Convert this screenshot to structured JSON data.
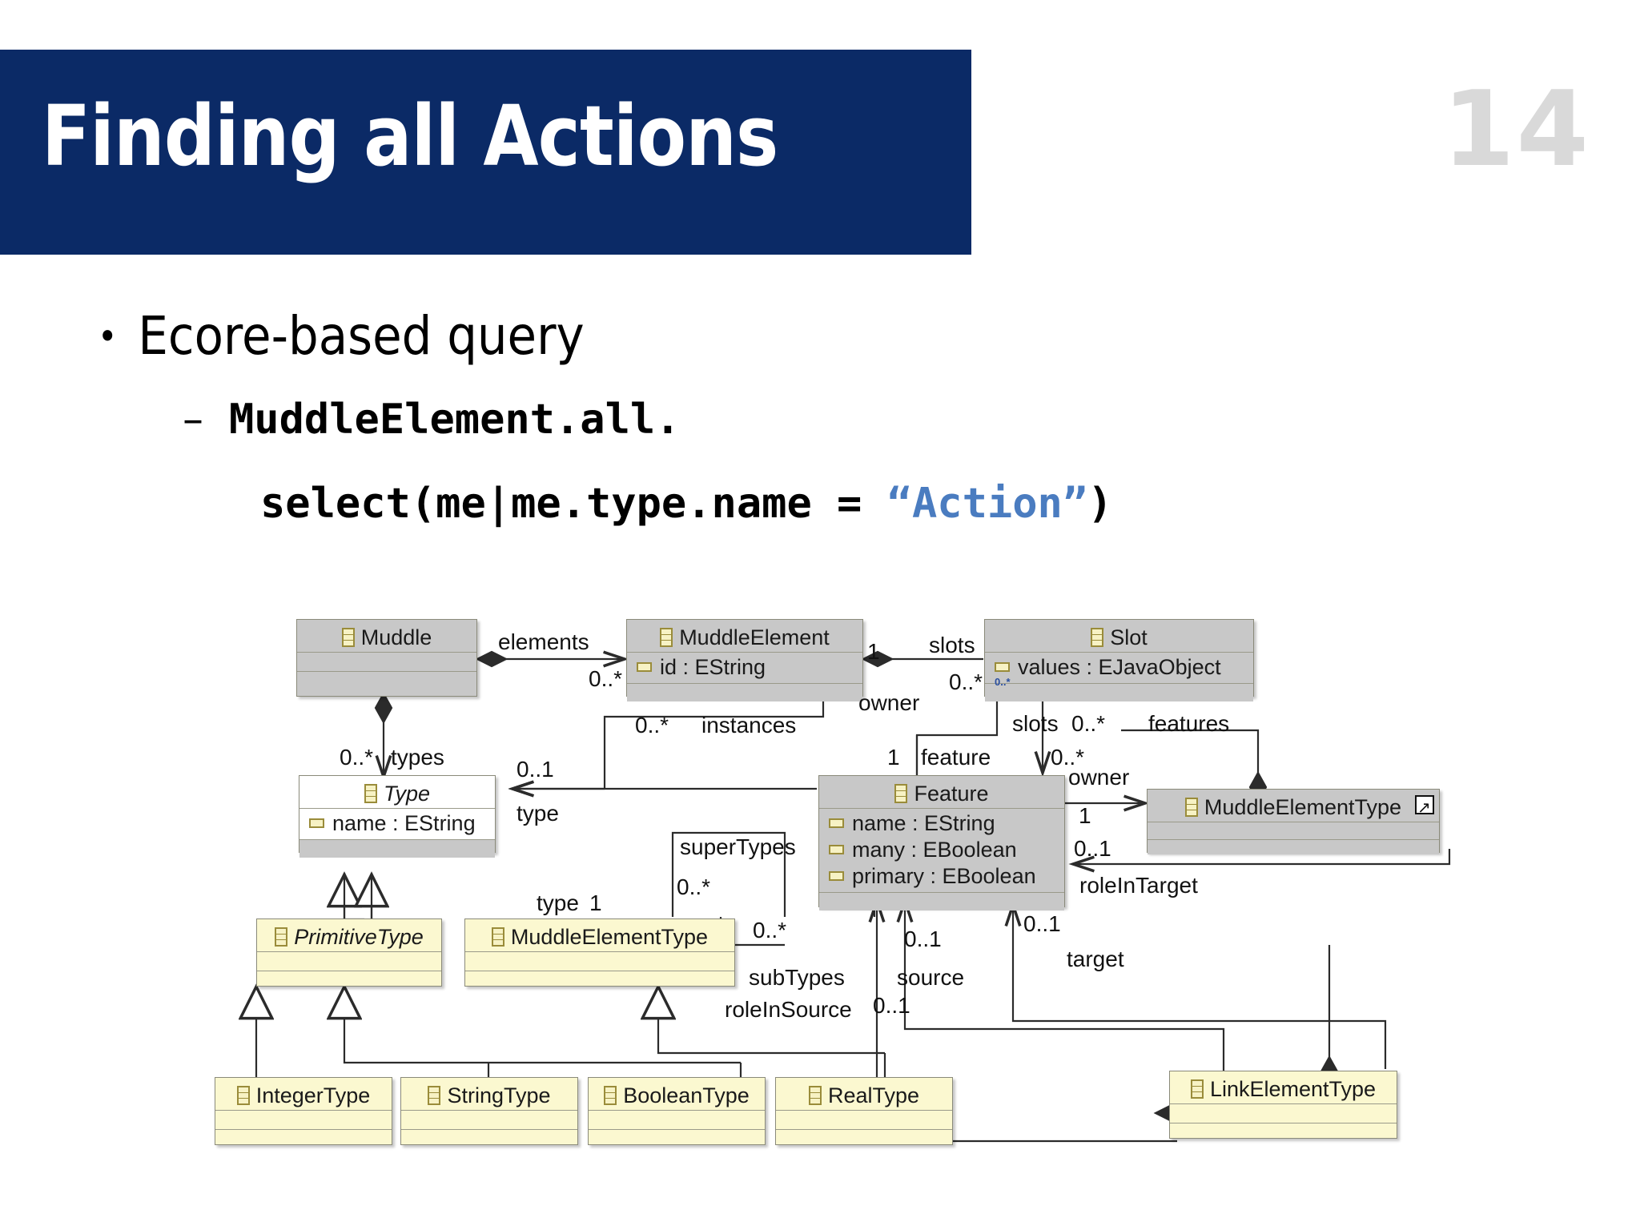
{
  "slide": {
    "title": "Finding all Actions",
    "number": "14",
    "bullet_level1": "Ecore-based query",
    "bullet_level1_marker": "•",
    "bullet_level2_marker": "–",
    "bullet_level2": "MuddleElement.all.",
    "code_prefix": "select(me|me.type.name = ",
    "code_string": "“Action”",
    "code_suffix": ")",
    "accent_navy": "#0b2a66",
    "string_blue": "#4a7cc0",
    "page_number_grey": "#d9d9d9"
  },
  "diagram": {
    "classes": [
      {
        "id": "muddle",
        "name": "Muddle",
        "attrs": []
      },
      {
        "id": "muddleelement",
        "name": "MuddleElement",
        "attrs": [
          "id : EString"
        ]
      },
      {
        "id": "slot",
        "name": "Slot",
        "attrs": [
          "values : EJavaObject"
        ],
        "attr_mult": "0..*"
      },
      {
        "id": "type",
        "name": "Type",
        "attrs": [
          "name : EString"
        ]
      },
      {
        "id": "feature",
        "name": "Feature",
        "attrs": [
          "name : EString",
          "many : EBoolean",
          "primary : EBoolean"
        ]
      },
      {
        "id": "muddleelementtype_ref",
        "name": "MuddleElementType",
        "attrs": []
      },
      {
        "id": "primitivetype",
        "name": "PrimitiveType",
        "attrs": []
      },
      {
        "id": "muddleelementtype",
        "name": "MuddleElementType",
        "attrs": []
      },
      {
        "id": "integertype",
        "name": "IntegerType",
        "attrs": []
      },
      {
        "id": "stringtype",
        "name": "StringType",
        "attrs": []
      },
      {
        "id": "booleantype",
        "name": "BooleanType",
        "attrs": []
      },
      {
        "id": "realtype",
        "name": "RealType",
        "attrs": []
      },
      {
        "id": "linkelementtype",
        "name": "LinkElementType",
        "attrs": []
      }
    ],
    "edge_labels": {
      "elements": "elements",
      "elements_mult": "0..*",
      "slots_top": "slots",
      "slots_top_mult_owner": "1",
      "slots_top_mult_many": "0..*",
      "owner_slot": "owner",
      "instances": "instances",
      "instances_mult": "0..*",
      "types": "types",
      "types_mult": "0..*",
      "type_from_me": "type",
      "type_from_me_mult": "0..1",
      "slots_feature": "slots",
      "slots_feature_mult": "0..*",
      "feature_mult": "1",
      "feature": "feature",
      "features": "features",
      "features_mult": "0..*",
      "owner_feature": "owner",
      "owner_feature_mult": "1",
      "roleInTarget": "roleInTarget",
      "roleInTarget_mult": "0..1",
      "superTypes": "superTypes",
      "superTypes_mult": "0..*",
      "subTypes": "subTypes",
      "subTypes_mult": "0..*",
      "type_met": "type",
      "type_met_mult": "1",
      "source": "source",
      "source_mult": "0..1",
      "target": "target",
      "target_mult": "0..1",
      "roleInSource": "roleInSource",
      "roleInSource_mult": "0..1"
    },
    "colors": {
      "grey_fill": "#c8c8c8",
      "yellow_fill": "#fbf8d0",
      "white_fill": "#ffffff",
      "border": "#8a8a7a",
      "line": "#2b2b2b"
    }
  }
}
